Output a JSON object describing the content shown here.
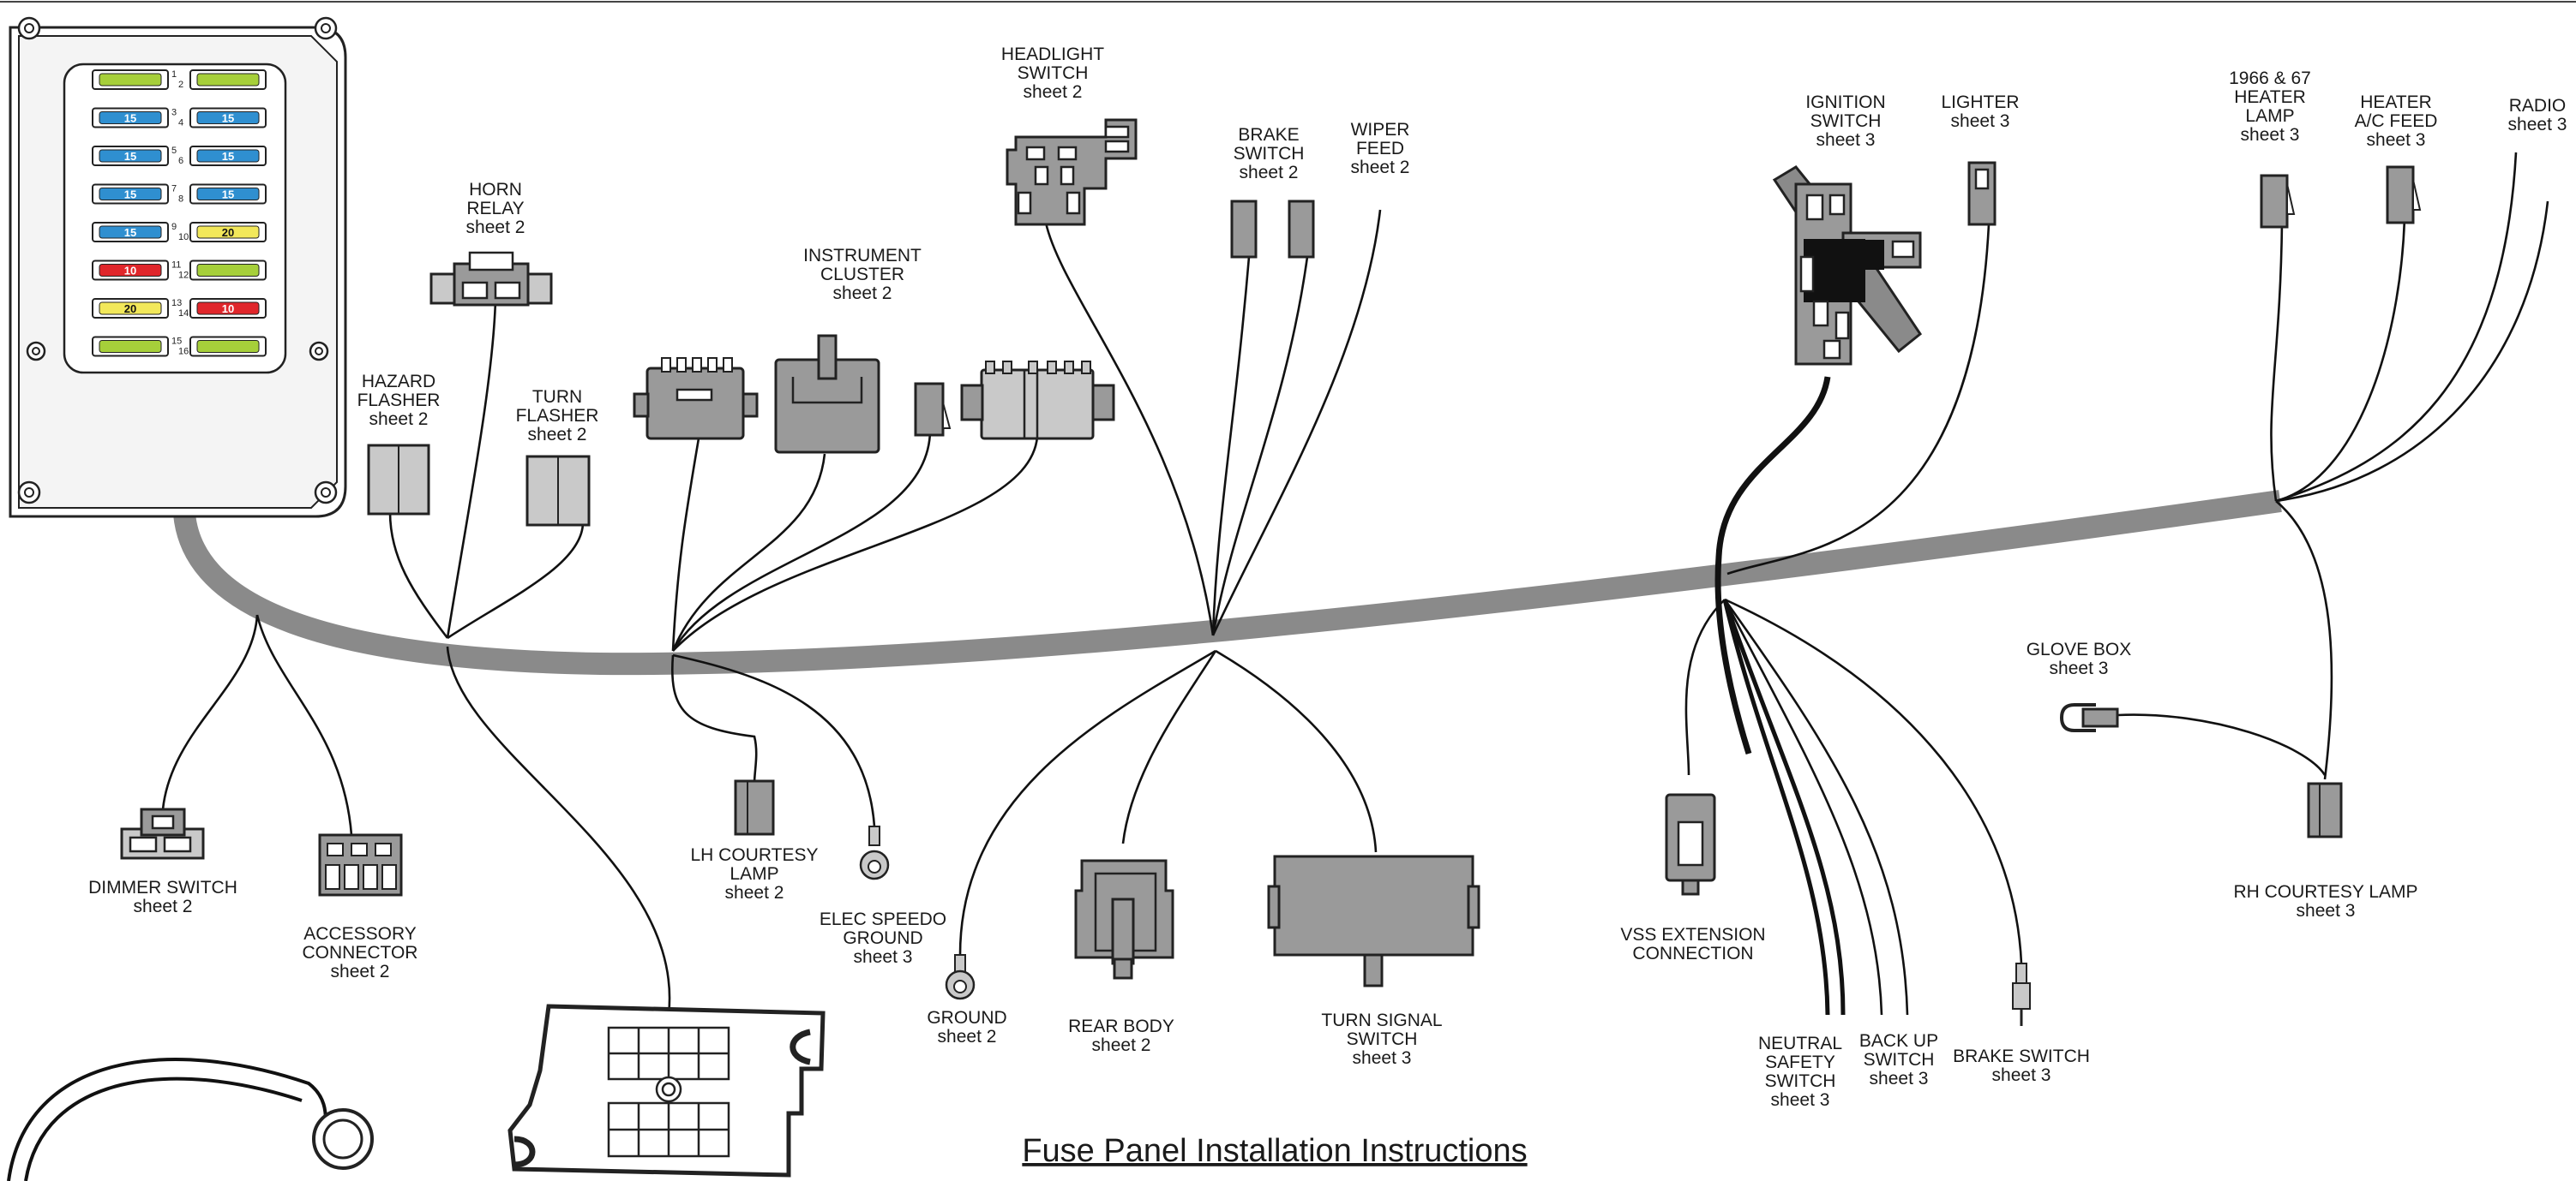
{
  "title": "Fuse Panel Installation Instructions",
  "colors": {
    "harness": "#8a8a8a",
    "connector": "#9a9a9a",
    "fuse_green": "#a6cf3a",
    "fuse_blue": "#2f8fd0",
    "fuse_yellow": "#f2e85a",
    "fuse_red": "#e0262b"
  },
  "fuse_panel": {
    "fuses": [
      {
        "position": "1",
        "value": "",
        "color": "green"
      },
      {
        "position": "2",
        "value": "",
        "color": "green"
      },
      {
        "position": "3",
        "value": "15",
        "color": "blue"
      },
      {
        "position": "4",
        "value": "15",
        "color": "blue"
      },
      {
        "position": "5",
        "value": "15",
        "color": "blue"
      },
      {
        "position": "6",
        "value": "15",
        "color": "blue"
      },
      {
        "position": "7",
        "value": "15",
        "color": "blue"
      },
      {
        "position": "8",
        "value": "15",
        "color": "blue"
      },
      {
        "position": "9",
        "value": "15",
        "color": "blue"
      },
      {
        "position": "10",
        "value": "20",
        "color": "yellow"
      },
      {
        "position": "11",
        "value": "10",
        "color": "red"
      },
      {
        "position": "12",
        "value": "",
        "color": "green"
      },
      {
        "position": "13",
        "value": "20",
        "color": "yellow"
      },
      {
        "position": "14",
        "value": "10",
        "color": "red"
      },
      {
        "position": "15",
        "value": "",
        "color": "green"
      },
      {
        "position": "16",
        "value": "",
        "color": "green"
      }
    ]
  },
  "labels": {
    "headlight_switch": [
      "HEADLIGHT",
      "SWITCH",
      "sheet 2"
    ],
    "horn_relay": [
      "HORN",
      "RELAY",
      "sheet 2"
    ],
    "hazard_flasher": [
      "HAZARD",
      "FLASHER",
      "sheet 2"
    ],
    "turn_flasher": [
      "TURN",
      "FLASHER",
      "sheet 2"
    ],
    "instrument_cluster": [
      "INSTRUMENT",
      "CLUSTER",
      "sheet 2"
    ],
    "brake_switch_top": [
      "BRAKE",
      "SWITCH",
      "sheet 2"
    ],
    "wiper_feed": [
      "WIPER",
      "FEED",
      "sheet 2"
    ],
    "ignition_switch": [
      "IGNITION",
      "SWITCH",
      "sheet 3"
    ],
    "lighter": [
      "LIGHTER",
      "sheet 3"
    ],
    "heater_lamp": [
      "1966 & 67",
      "HEATER",
      "LAMP",
      "sheet 3"
    ],
    "heater_ac_feed": [
      "HEATER",
      "A/C FEED",
      "sheet 3"
    ],
    "radio": [
      "RADIO",
      "sheet 3"
    ],
    "glove_box": [
      "GLOVE BOX",
      "sheet 3"
    ],
    "rh_courtesy_lamp": [
      "RH COURTESY LAMP",
      "sheet 3"
    ],
    "dimmer_switch": [
      "DIMMER SWITCH",
      "sheet 2"
    ],
    "accessory_connector": [
      "ACCESSORY",
      "CONNECTOR",
      "sheet 2"
    ],
    "lh_courtesy_lamp": [
      "LH COURTESY",
      "LAMP",
      "sheet 2"
    ],
    "elec_speedo_ground": [
      "ELEC SPEEDO",
      "GROUND",
      "sheet 3"
    ],
    "ground": [
      "GROUND",
      "sheet 2"
    ],
    "rear_body": [
      "REAR BODY",
      "sheet 2"
    ],
    "turn_signal_switch": [
      "TURN SIGNAL",
      "SWITCH",
      "sheet 3"
    ],
    "vss_extension": [
      "VSS EXTENSION",
      "CONNECTION"
    ],
    "neutral_safety_switch": [
      "NEUTRAL",
      "SAFETY",
      "SWITCH",
      "sheet 3"
    ],
    "back_up_switch": [
      "BACK UP",
      "SWITCH",
      "sheet 3"
    ],
    "brake_switch_bottom": [
      "BRAKE SWITCH",
      "sheet 3"
    ]
  }
}
